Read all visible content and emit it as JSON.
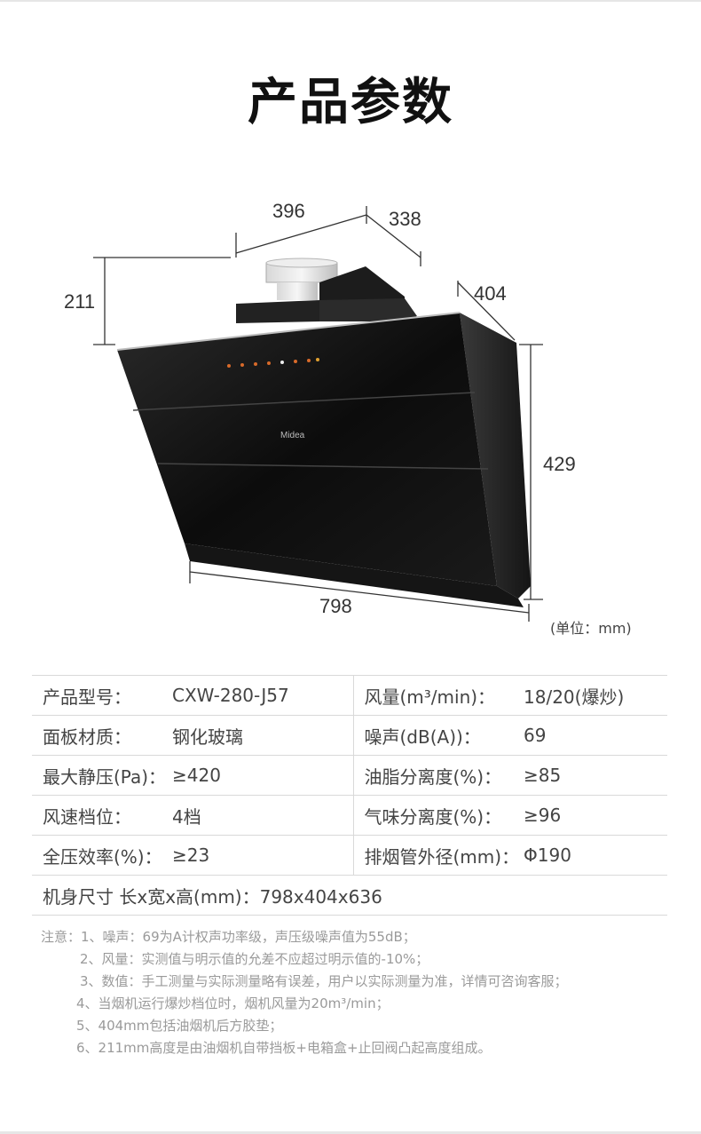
{
  "title": "产品参数",
  "dimensions": {
    "width_top": "396",
    "depth_top": "338",
    "duct_height": "211",
    "side_depth": "404",
    "height": "429",
    "width_bottom": "798"
  },
  "brand_logo": "Midea",
  "unit_note": "(单位：mm)",
  "specs": [
    {
      "label1": "产品型号：",
      "value1": "CXW-280-J57",
      "label2": "风量(m³/min)：",
      "value2": "18/20(爆炒)"
    },
    {
      "label1": "面板材质：",
      "value1": "钢化玻璃",
      "label2": "噪声(dB(A))：",
      "value2": "69"
    },
    {
      "label1": "最大静压(Pa)：",
      "value1": "≥420",
      "label2": "油脂分离度(%)：",
      "value2": "≥85"
    },
    {
      "label1": "风速档位：",
      "value1": "4档",
      "label2": "气味分离度(%)：",
      "value2": "≥96"
    },
    {
      "label1": "全压效率(%)：",
      "value1": "≥23",
      "label2": "排烟管外径(mm)：",
      "value2": "Φ190"
    }
  ],
  "body_size": "机身尺寸 长x宽x高(mm)：798x404x636",
  "notes": [
    "注意：1、噪声：69为A计权声功率级，声压级噪声值为55dB；",
    "2、风量：实测值与明示值的允差不应超过明示值的-10%；",
    "3、数值：手工测量与实际测量略有误差，用户以实际测量为准，详情可咨询客服；",
    "4、当烟机运行爆炒档位时，烟机风量为20m³/min；",
    "5、404mm包括油烟机后方胶垫；",
    "6、211mm高度是由油烟机自带挡板+电箱盒+止回阀凸起高度组成。"
  ]
}
